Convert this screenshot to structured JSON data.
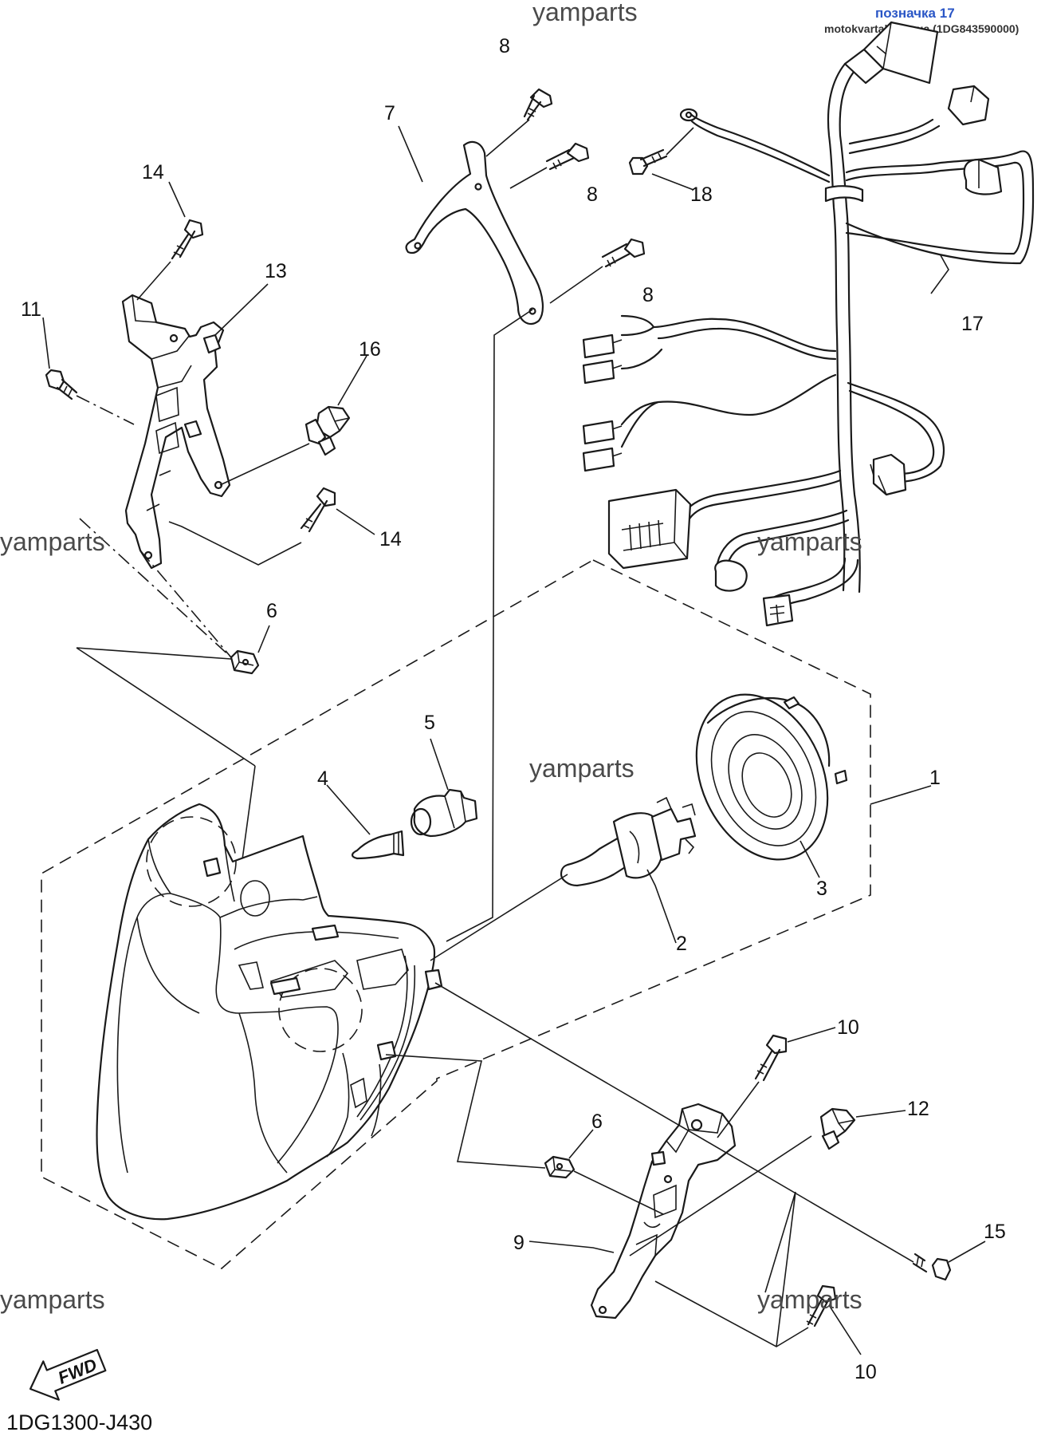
{
  "header": {
    "watermark_top": "yamparts",
    "badge_label": "позначка 17",
    "source_text": "motokvartal.com.ua (1DG843590000)"
  },
  "watermarks": [
    "yamparts",
    "yamparts",
    "yamparts",
    "yamparts",
    "yamparts"
  ],
  "callouts": {
    "c1": "1",
    "c2": "2",
    "c3": "3",
    "c4": "4",
    "c5": "5",
    "c6a": "6",
    "c6b": "6",
    "c7": "7",
    "c8a": "8",
    "c8b": "8",
    "c8c": "8",
    "c9": "9",
    "c10a": "10",
    "c10b": "10",
    "c11": "11",
    "c12": "12",
    "c13": "13",
    "c14a": "14",
    "c14b": "14",
    "c15": "15",
    "c16": "16",
    "c17": "17",
    "c18": "18"
  },
  "fwd_label": "FWD",
  "diagram_code": "1DG1300-J430"
}
